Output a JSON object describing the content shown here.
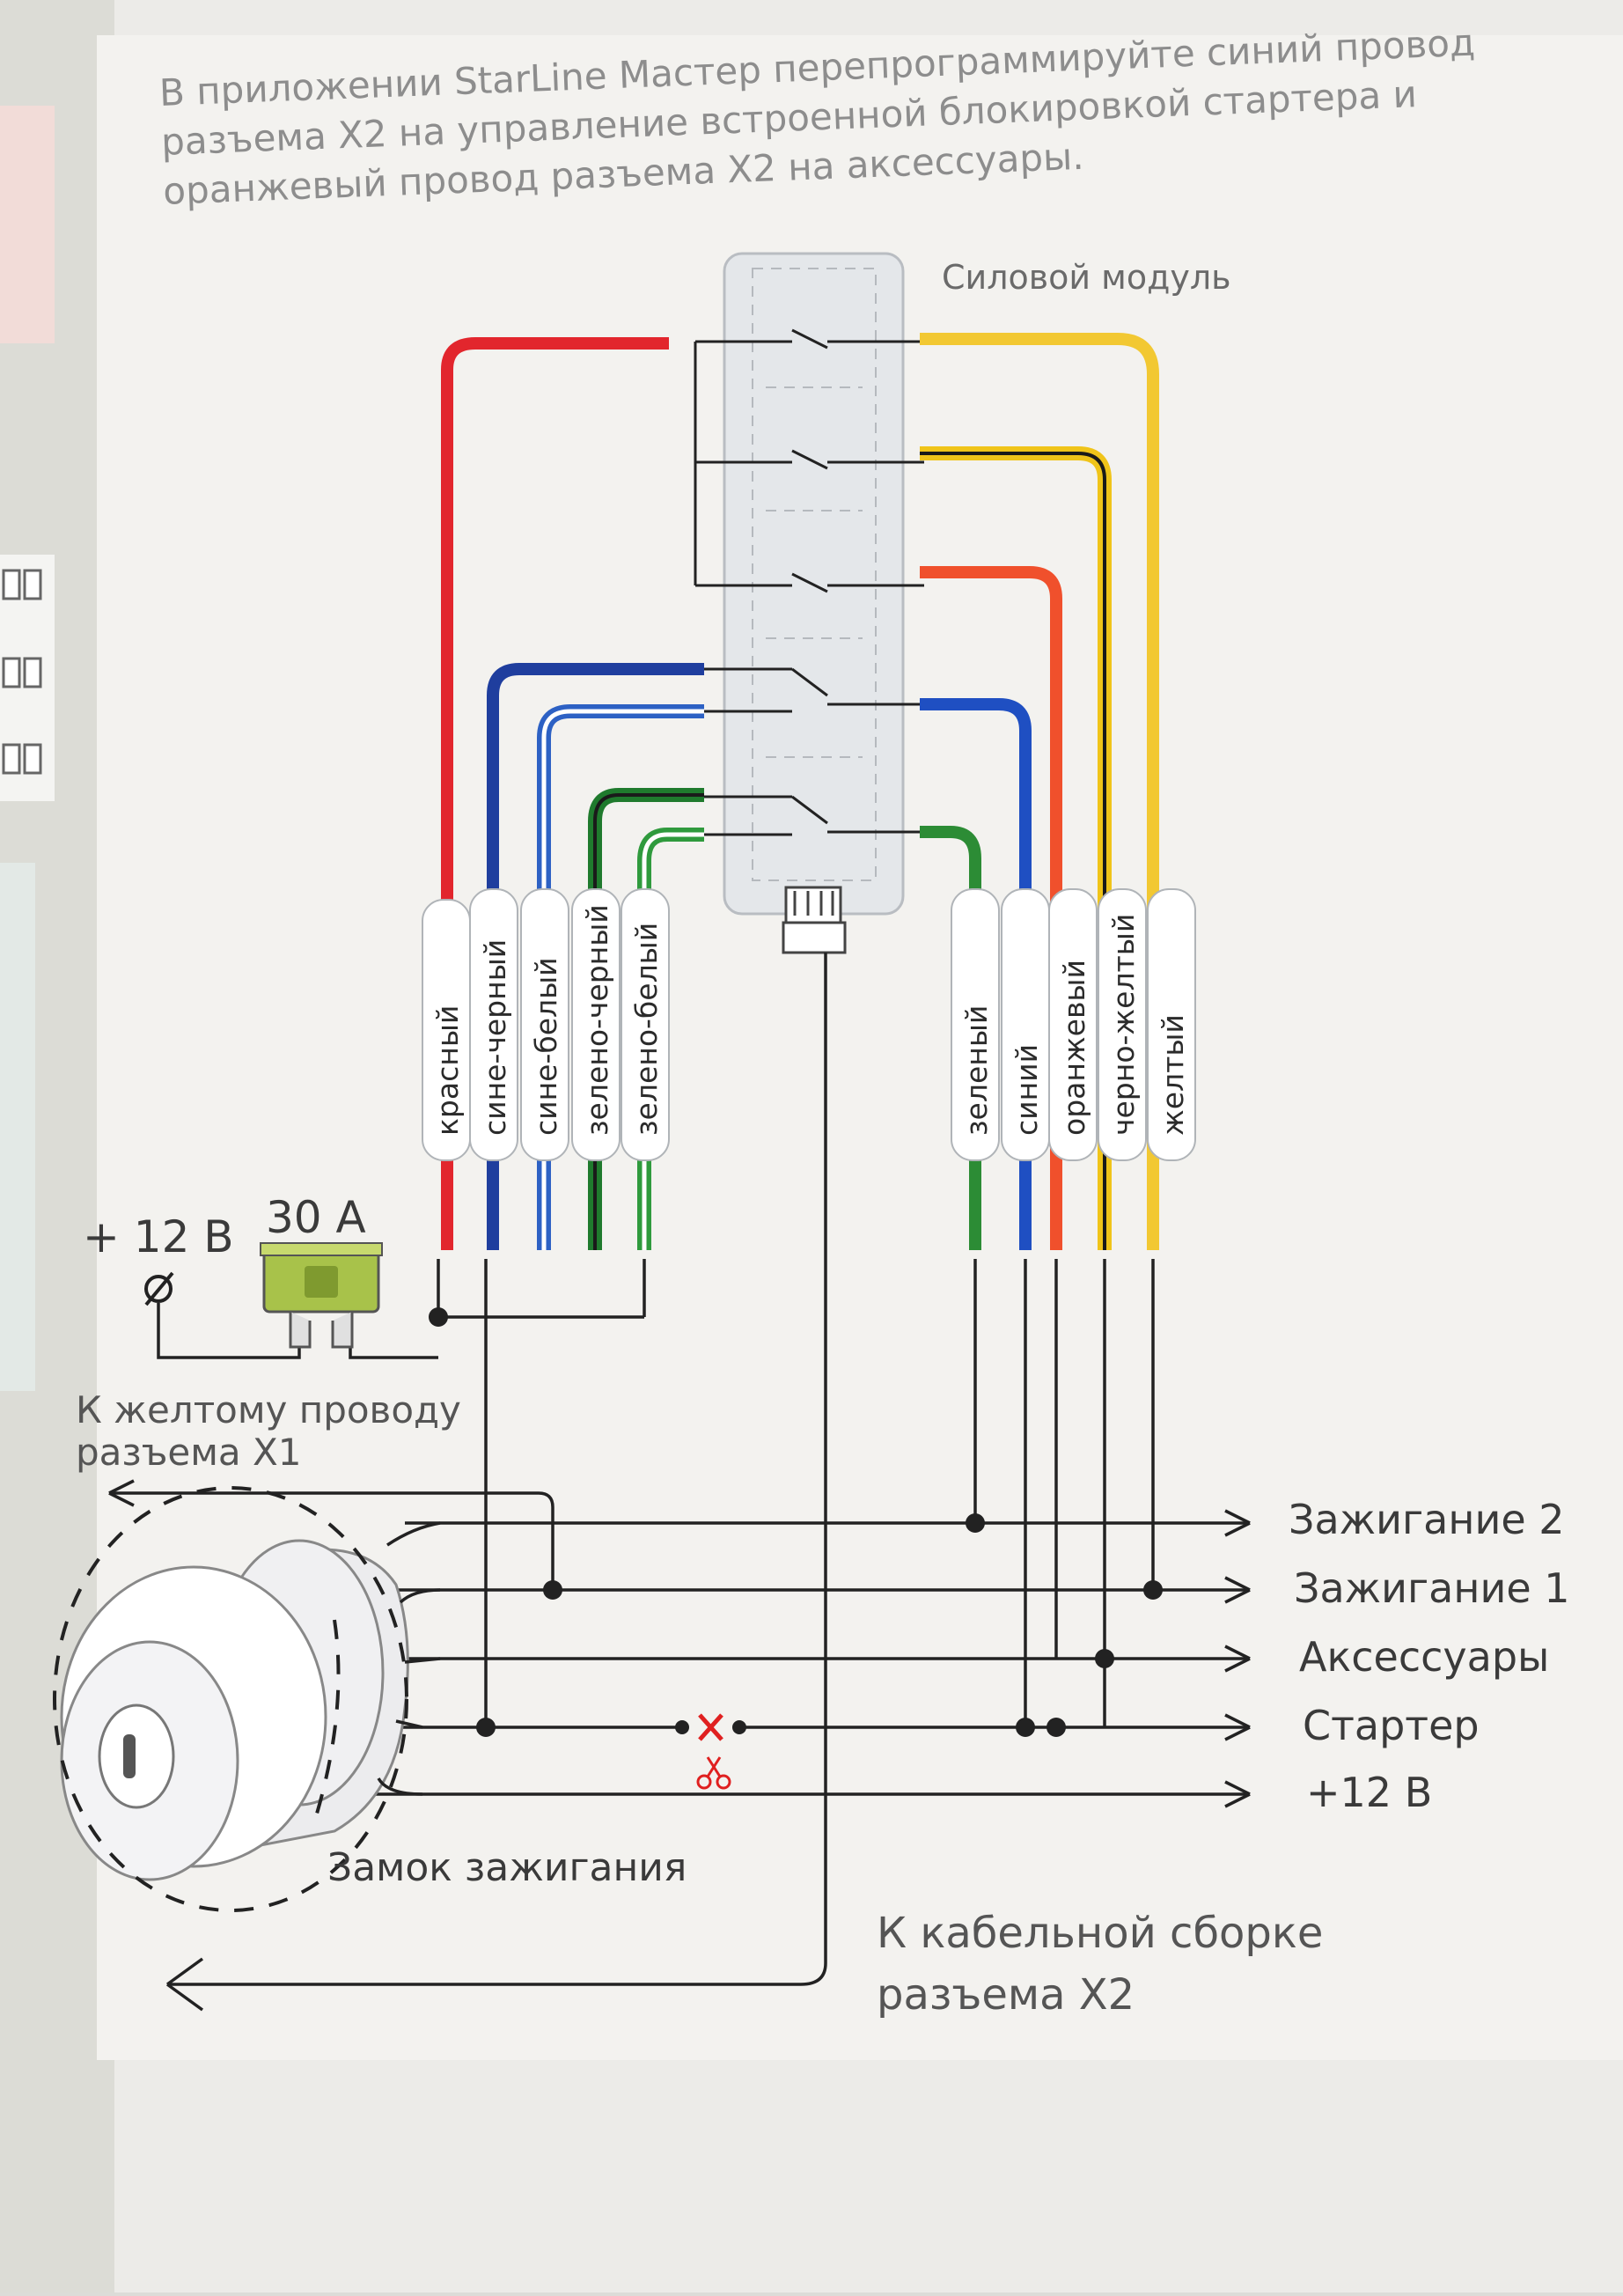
{
  "instruction": {
    "lines": [
      "В приложении StarLine Мастер перепрограммируйте синий провод",
      "разъема X2 на управление встроенной блокировкой стартера и",
      "оранжевый провод разъема X2 на аксессуары."
    ]
  },
  "module": {
    "label": "Силовой модуль"
  },
  "left_wires": [
    {
      "label": "красный",
      "color": "#e2262d"
    },
    {
      "label": "сине-черный",
      "color": "#1f3e9e"
    },
    {
      "label": "сине-белый",
      "color": "#2d61c4"
    },
    {
      "label": "зелено-черный",
      "color": "#1f7a2d"
    },
    {
      "label": "зелено-белый",
      "color": "#2f9a3d"
    }
  ],
  "right_wires": [
    {
      "label": "зеленый",
      "color": "#2c8c35"
    },
    {
      "label": "синий",
      "color": "#1f4fc2"
    },
    {
      "label": "оранжевый",
      "color": "#f0502c"
    },
    {
      "label": "черно-желтый",
      "color": "#f0c419"
    },
    {
      "label": "желтый",
      "color": "#f2c832"
    }
  ],
  "power": {
    "voltage_label": "+ 12 В",
    "fuse_label": "30 А",
    "fuse_color": "#a8c24a"
  },
  "notes": {
    "yellow_x1_line1": "К желтому проводу",
    "yellow_x1_line2": "разъема X1",
    "cable_x2_line1": "К кабельной сборке",
    "cable_x2_line2": "разъема X2",
    "lock_label": "Замок зажигания"
  },
  "outputs": [
    "Зажигание 2",
    "Зажигание 1",
    "Аксессуары",
    "Стартер",
    "+12 В"
  ]
}
